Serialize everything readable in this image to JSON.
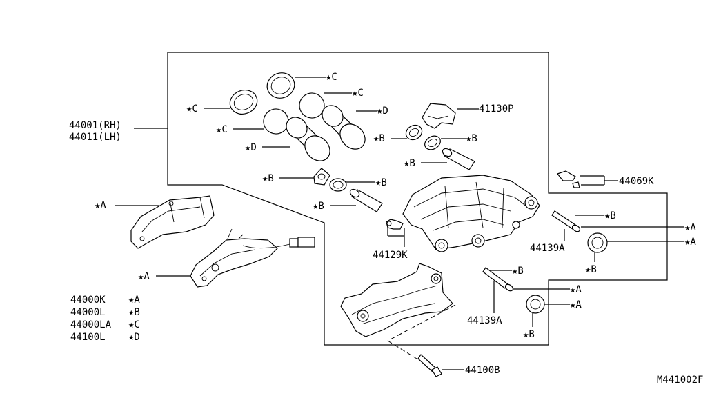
{
  "diagram_code": "M441002F",
  "parts": {
    "caliper_rh": "44001(RH)",
    "caliper_lh": "44011(LH)",
    "bracket_pad": "41130P",
    "sensor": "44069K",
    "bleeder": "44129K",
    "bolt_upper": "44139A",
    "bolt_lower": "44139A",
    "mount_bolt": "44100B"
  },
  "callouts": {
    "c_top": "★C",
    "c_mid": "★C",
    "c_left": "★C",
    "c_lower": "★C",
    "d_right": "★D",
    "d_left": "★D",
    "b_boot_left": "★B",
    "b_boot_right": "★B",
    "b_pin_upper": "★B",
    "b_seal_left": "★B",
    "b_seal_right": "★B",
    "b_pin_lower": "★B",
    "b_bolt_upper": "★B",
    "a_bolt_upper": "★A",
    "a_cap_upper": "★A",
    "b_cap_upper": "★B",
    "b_bolt_lower": "★B",
    "a_bolt_lower": "★A",
    "a_cap_lower": "★A",
    "b_cap_lower": "★B",
    "a_pad_upper": "★A",
    "a_pad_lower": "★A"
  },
  "legend": [
    {
      "part": "44000K",
      "mark": "★A"
    },
    {
      "part": "44000L",
      "mark": "★B"
    },
    {
      "part": "44000LA",
      "mark": "★C"
    },
    {
      "part": "44100L",
      "mark": "★D"
    }
  ]
}
